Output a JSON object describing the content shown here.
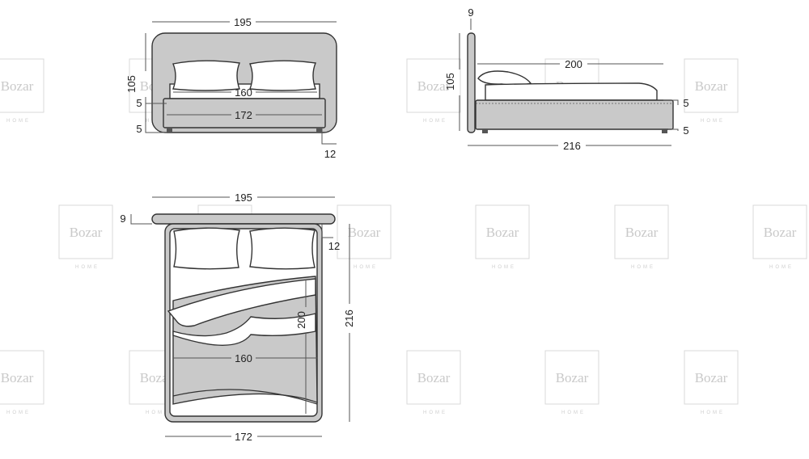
{
  "watermark": {
    "brand": "Bozar",
    "sub": "HOME"
  },
  "colors": {
    "upholstery": "#c9c9c9",
    "linen": "#ffffff",
    "outline": "#333333",
    "watermark": "#c9c9c9"
  },
  "front_view": {
    "width": "195",
    "height": "105",
    "mattress_width": "160",
    "frame_width": "172",
    "side_offset": "5",
    "base_offset": "5",
    "foot_height": "12"
  },
  "side_view": {
    "headboard_thickness": "9",
    "height": "105",
    "mattress_length": "200",
    "total_length": "216",
    "top_offset": "5",
    "bottom_offset": "5"
  },
  "top_view": {
    "headboard_width": "195",
    "headboard_thickness": "9",
    "gap": "12",
    "mattress_length": "200",
    "total_length": "216",
    "mattress_width": "160",
    "frame_width": "172"
  }
}
